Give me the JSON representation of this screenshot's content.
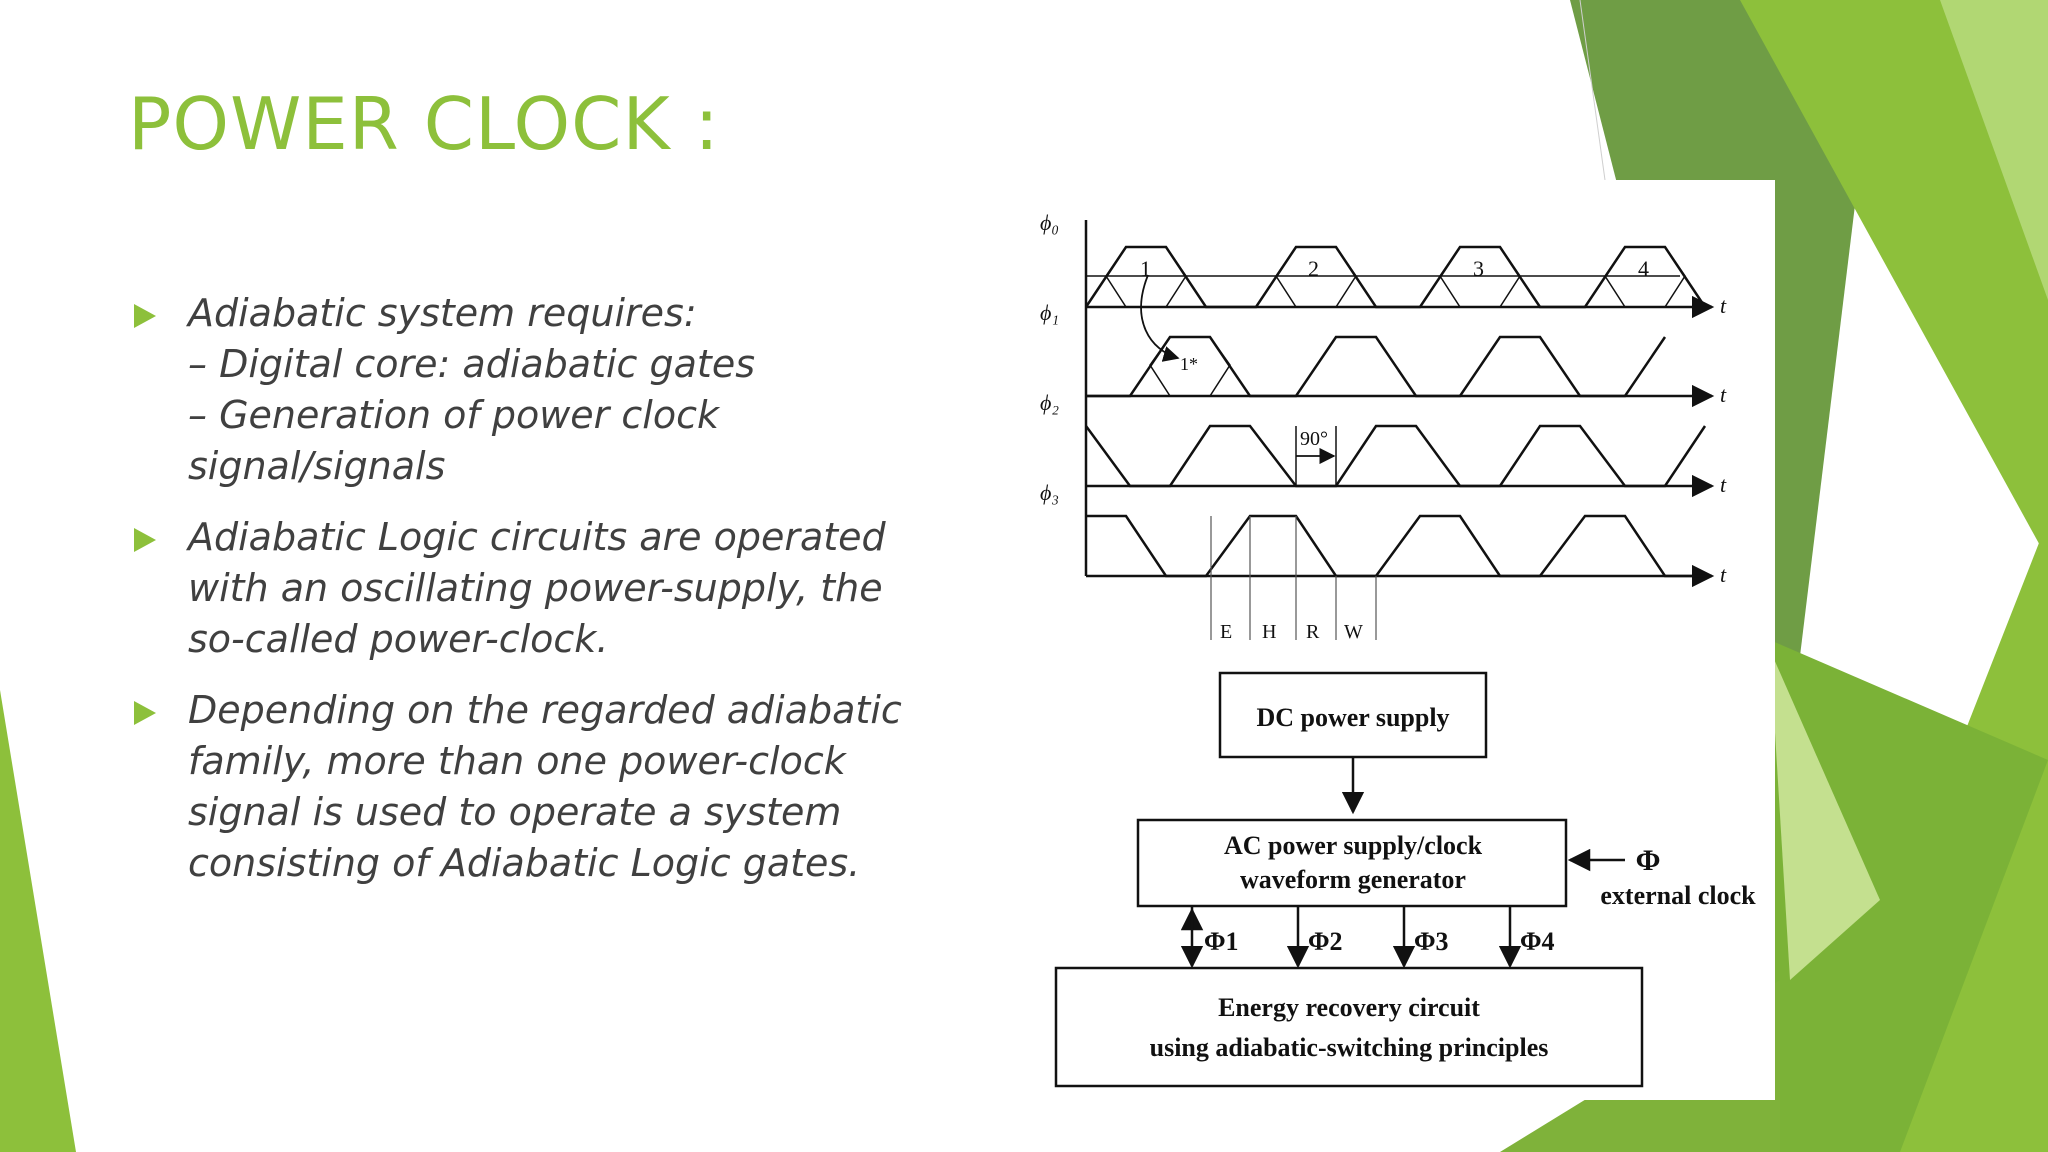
{
  "slide": {
    "title": "POWER CLOCK :",
    "bullets": [
      {
        "lines": [
          "Adiabatic system requires:",
          "– Digital core: adiabatic gates",
          "– Generation of power clock",
          "signal/signals"
        ]
      },
      {
        "lines": [
          "Adiabatic Logic circuits are operated",
          "with an oscillating power-supply, the",
          "so-called power-clock."
        ]
      },
      {
        "lines": [
          "Depending on the regarded adiabatic",
          "family, more than one power-clock",
          "signal is used to operate a system",
          "consisting of Adiabatic Logic gates."
        ]
      }
    ]
  },
  "colors": {
    "accent": "#8dc03b",
    "text": "#404040",
    "green_light": "#a3d04f",
    "green_mid": "#7bb237",
    "green_dark": "#5a8e2a"
  },
  "figure": {
    "timing": {
      "phases": [
        "ϕ₀",
        "ϕ₁",
        "ϕ₂",
        "ϕ₃"
      ],
      "axis_label": "t",
      "pulse_labels": [
        "1",
        "2",
        "3",
        "4"
      ],
      "arrow_label": "1*",
      "phase_shift_label": "90°",
      "interval_labels": [
        "E",
        "H",
        "R",
        "W"
      ]
    },
    "block": {
      "dc_supply": "DC power supply",
      "ac_line1": "AC power supply/clock",
      "ac_line2": "waveform generator",
      "external_symbol": "Φ",
      "external_label": "external clock",
      "outputs": [
        "Φ1",
        "Φ2",
        "Φ3",
        "Φ4"
      ],
      "energy_line1": "Energy recovery circuit",
      "energy_line2": "using adiabatic-switching principles"
    }
  }
}
